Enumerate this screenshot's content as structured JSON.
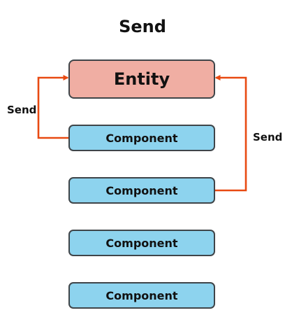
{
  "title": "Send",
  "entity": {
    "label": "Entity"
  },
  "components": [
    {
      "label": "Component"
    },
    {
      "label": "Component"
    },
    {
      "label": "Component"
    },
    {
      "label": "Component"
    }
  ],
  "arrow_labels": {
    "left": "Send",
    "right": "Send"
  },
  "colors": {
    "entity_fill": "#f0aea3",
    "component_fill": "#8dd3ee",
    "arrow": "#e84a12",
    "border": "#3f4549"
  }
}
